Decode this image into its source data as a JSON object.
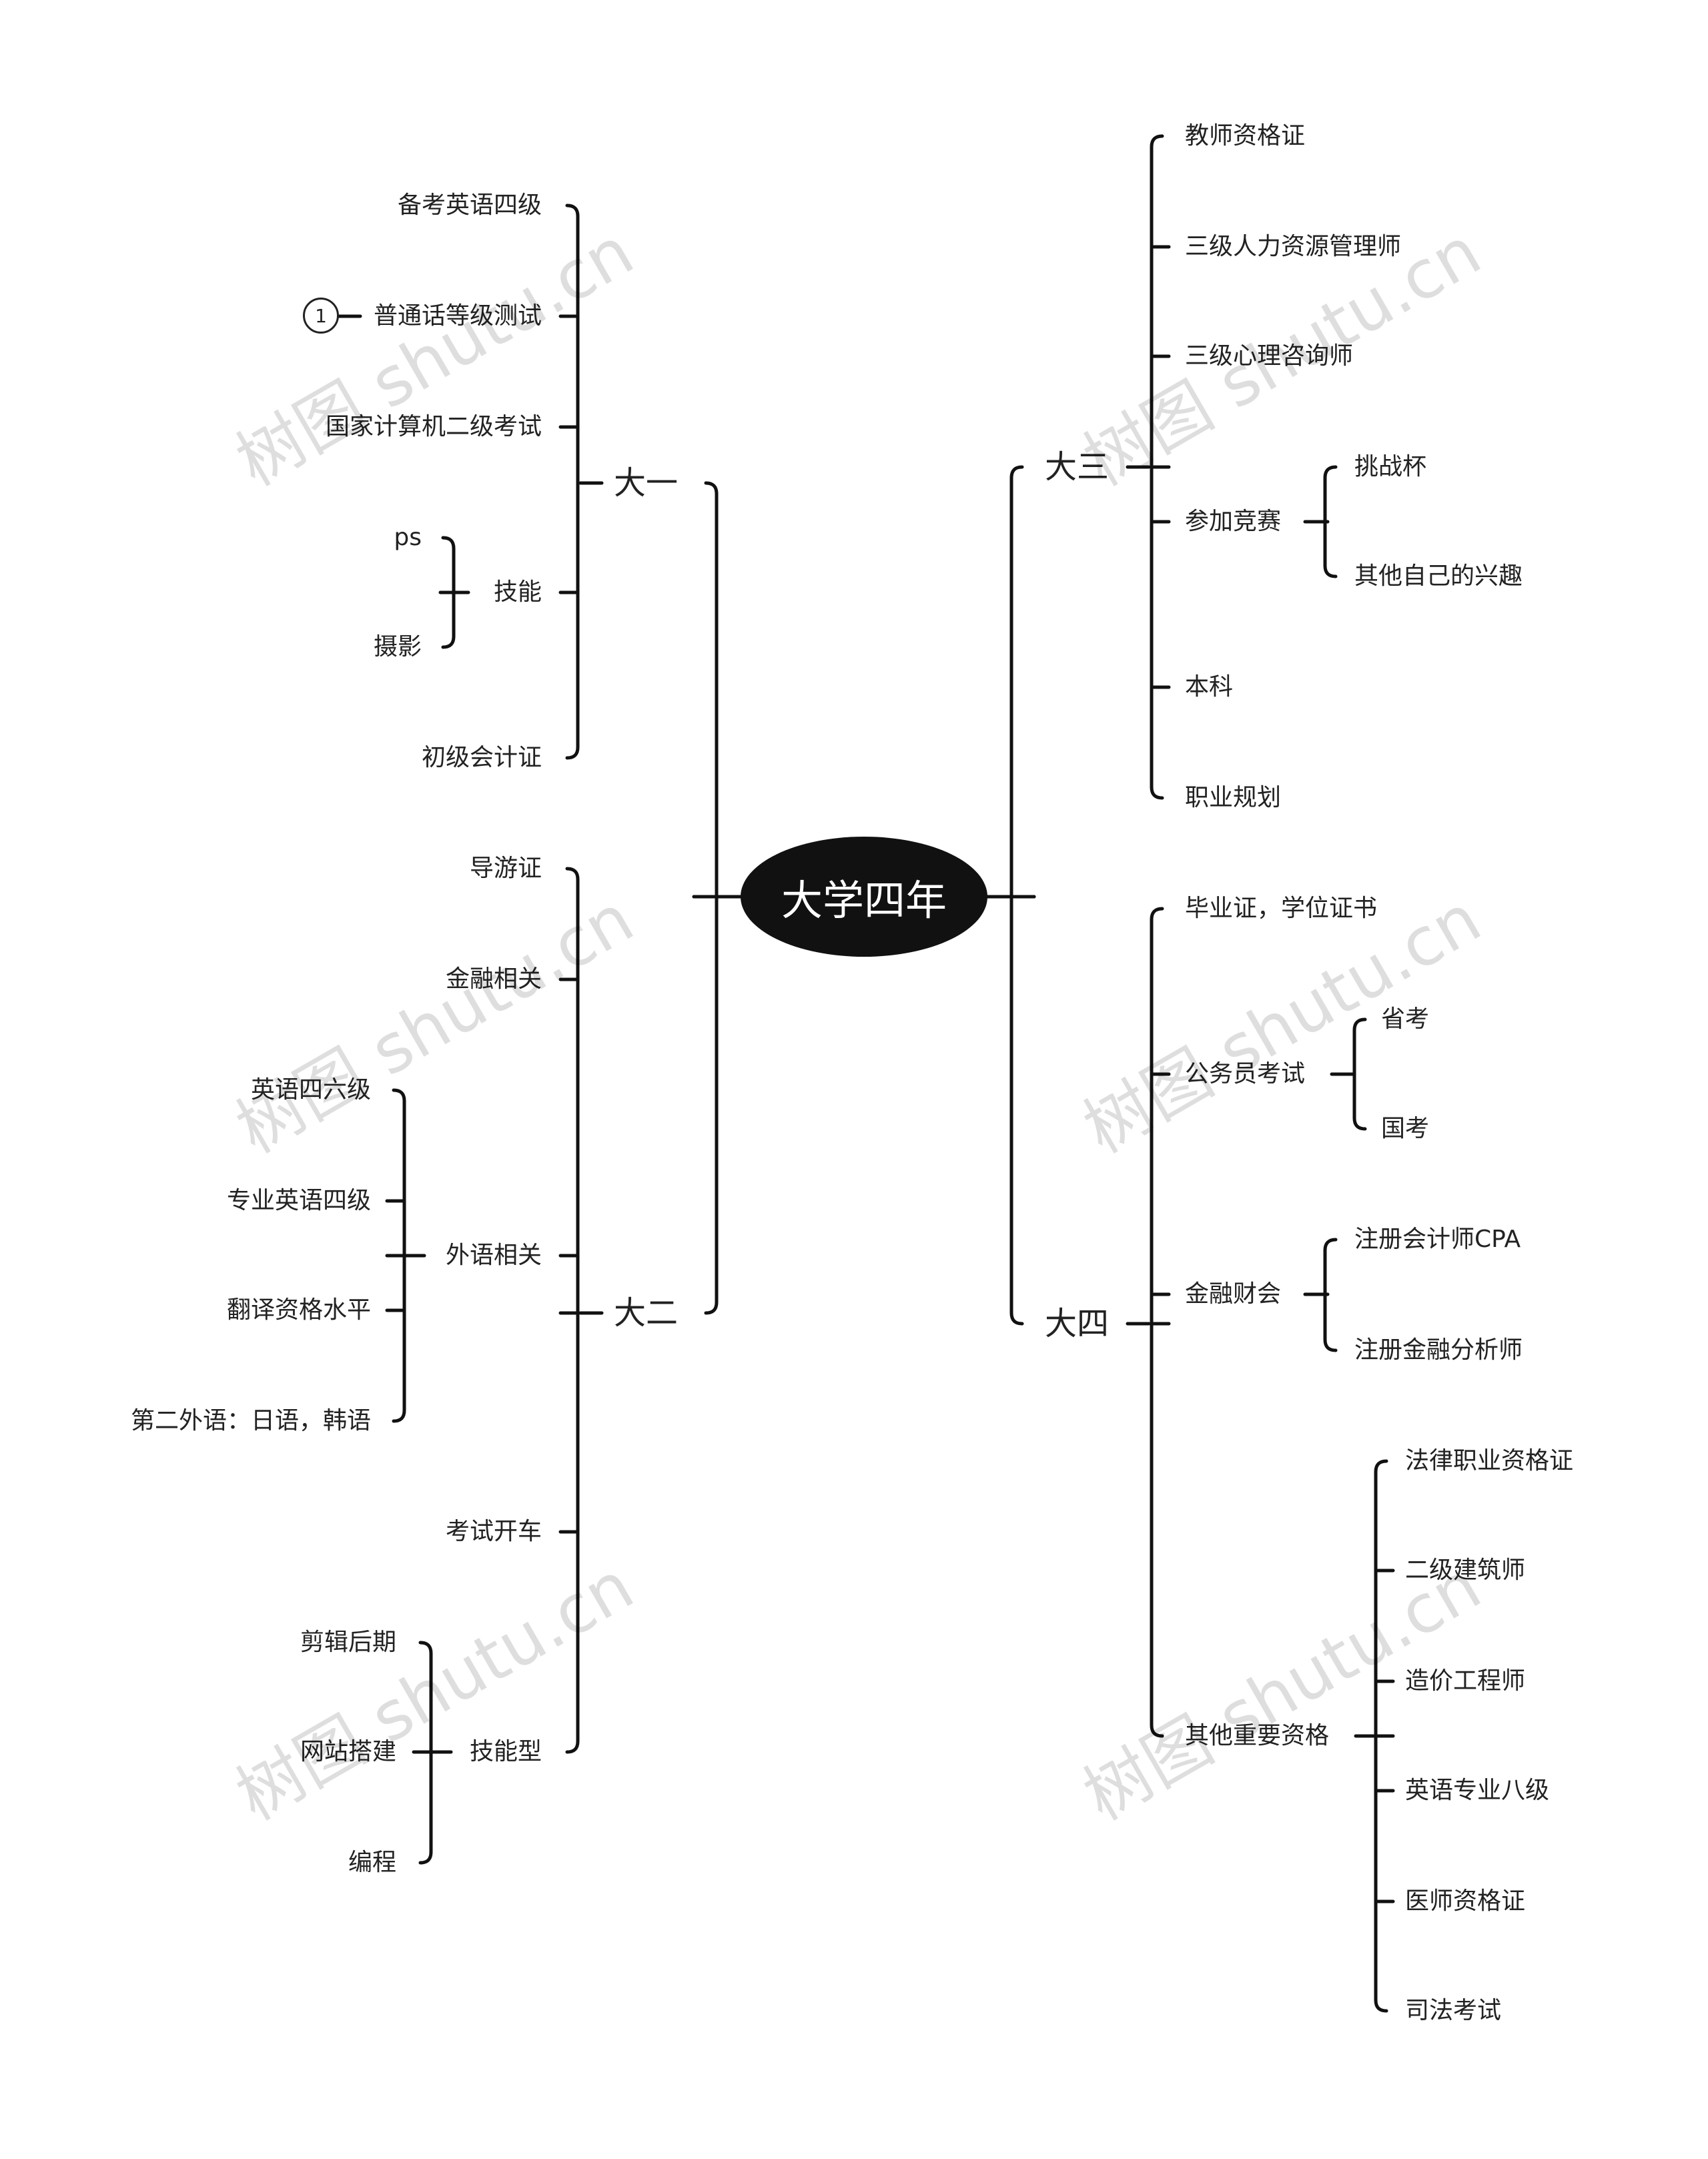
{
  "root": "大学四年",
  "left": [
    {
      "label": "大一",
      "children": [
        {
          "label": "备考英语四级"
        },
        {
          "label": "普通话等级测试",
          "marker": "1"
        },
        {
          "label": "国家计算机二级考试"
        },
        {
          "label": "技能",
          "children": [
            "ps",
            "摄影"
          ]
        },
        {
          "label": "初级会计证"
        }
      ]
    },
    {
      "label": "大二",
      "children": [
        {
          "label": "导游证"
        },
        {
          "label": "金融相关"
        },
        {
          "label": "外语相关",
          "children": [
            "英语四六级",
            "专业英语四级",
            "翻译资格水平",
            "第二外语：日语，韩语"
          ]
        },
        {
          "label": "考试开车"
        },
        {
          "label": "技能型",
          "children": [
            "剪辑后期",
            "网站搭建",
            "编程"
          ]
        }
      ]
    }
  ],
  "right": [
    {
      "label": "大三",
      "children": [
        {
          "label": "教师资格证"
        },
        {
          "label": "三级人力资源管理师"
        },
        {
          "label": "三级心理咨询师"
        },
        {
          "label": "参加竞赛",
          "children": [
            "挑战杯",
            "其他自己的兴趣"
          ]
        },
        {
          "label": "本科"
        },
        {
          "label": "职业规划"
        }
      ]
    },
    {
      "label": "大四",
      "children": [
        {
          "label": "毕业证，学位证书"
        },
        {
          "label": "公务员考试",
          "children": [
            "省考",
            "国考"
          ]
        },
        {
          "label": "金融财会",
          "children": [
            "注册会计师CPA",
            "注册金融分析师"
          ]
        },
        {
          "label": "其他重要资格",
          "children": [
            "法律职业资格证",
            "二级建筑师",
            "造价工程师",
            "英语专业八级",
            "医师资格证",
            "司法考试"
          ]
        }
      ]
    }
  ],
  "watermark": "树图 shutu.cn",
  "colors": {
    "line": "#111111",
    "text": "#222222",
    "root_fill": "#111111",
    "root_text": "#ffffff"
  }
}
